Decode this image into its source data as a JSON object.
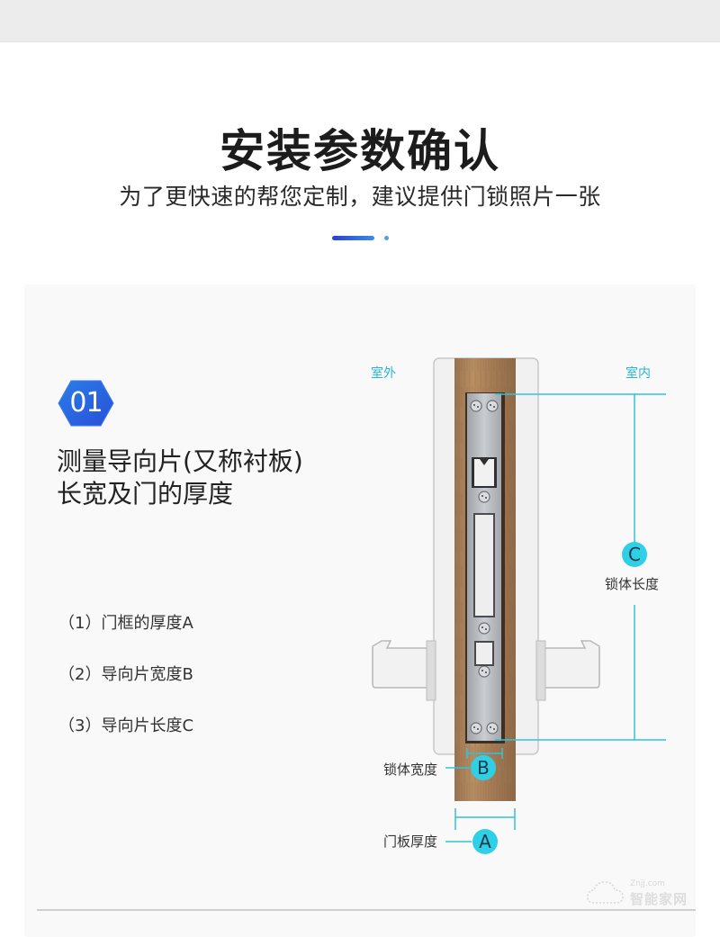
{
  "header": {
    "title": "安装参数确认",
    "subtitle": "为了更快速的帮您定制，建议提供门锁照片一张"
  },
  "colors": {
    "accent_blue": "#2f6ae8",
    "accent_cyan": "#2fd0e6",
    "label_cyan": "#29b6d6",
    "wood": "#a8825a",
    "steel": "#b9bcc0"
  },
  "step": {
    "number": "01",
    "title_line1": "测量导向片(又称衬板)",
    "title_line2": "长宽及门的厚度",
    "items": [
      "（1）门框的厚度A",
      "（2）导向片宽度B",
      "（3）导向片长度C"
    ]
  },
  "diagram": {
    "outdoor_label": "室外",
    "indoor_label": "室内",
    "markers": {
      "a": {
        "letter": "A",
        "label": "门板厚度"
      },
      "b": {
        "letter": "B",
        "label": "锁体宽度"
      },
      "c": {
        "letter": "C",
        "label": "锁体长度"
      }
    }
  },
  "watermark": {
    "line1": "Znjj.com",
    "line2": "智能家网"
  }
}
